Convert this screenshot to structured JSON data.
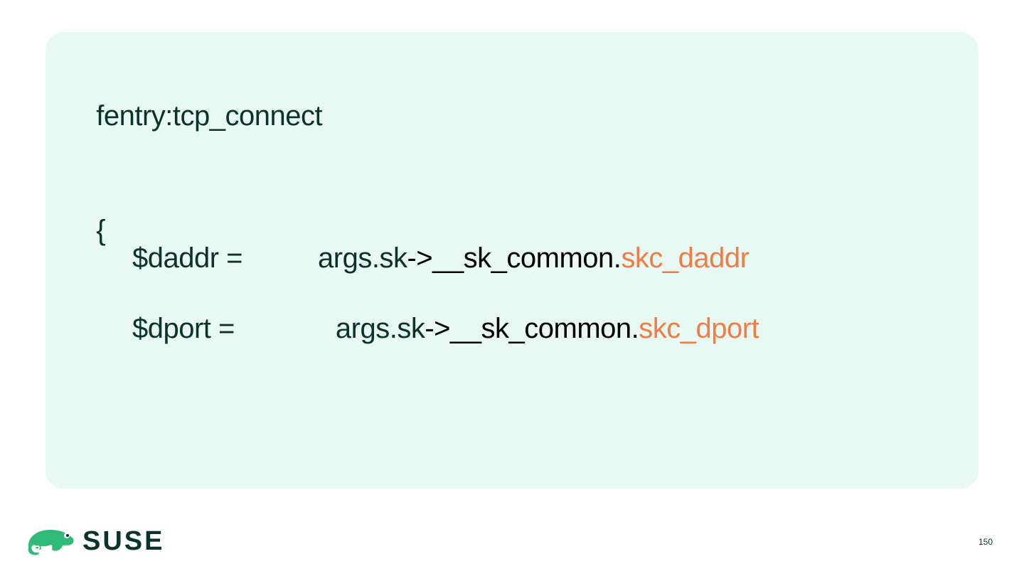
{
  "slide": {
    "code": {
      "probe": "fentry:tcp_connect",
      "open_brace": "{",
      "daddr_var": "$daddr =",
      "daddr_prefix": "args.sk",
      "daddr_arrow": "->__sk_common.",
      "daddr_field": "skc_daddr",
      "dport_var": "$dport =",
      "dport_prefix": "args.sk",
      "dport_arrow": "->__sk_common.",
      "dport_field": "skc_dport"
    },
    "brand": {
      "logo_text": "SUSE",
      "logo_icon": "chameleon-icon",
      "color": "#30ba78"
    },
    "page_number": "150"
  },
  "colors": {
    "card_background": "#e8f8f2",
    "text_dark": "#0c322c",
    "highlight": "#f07d46"
  }
}
